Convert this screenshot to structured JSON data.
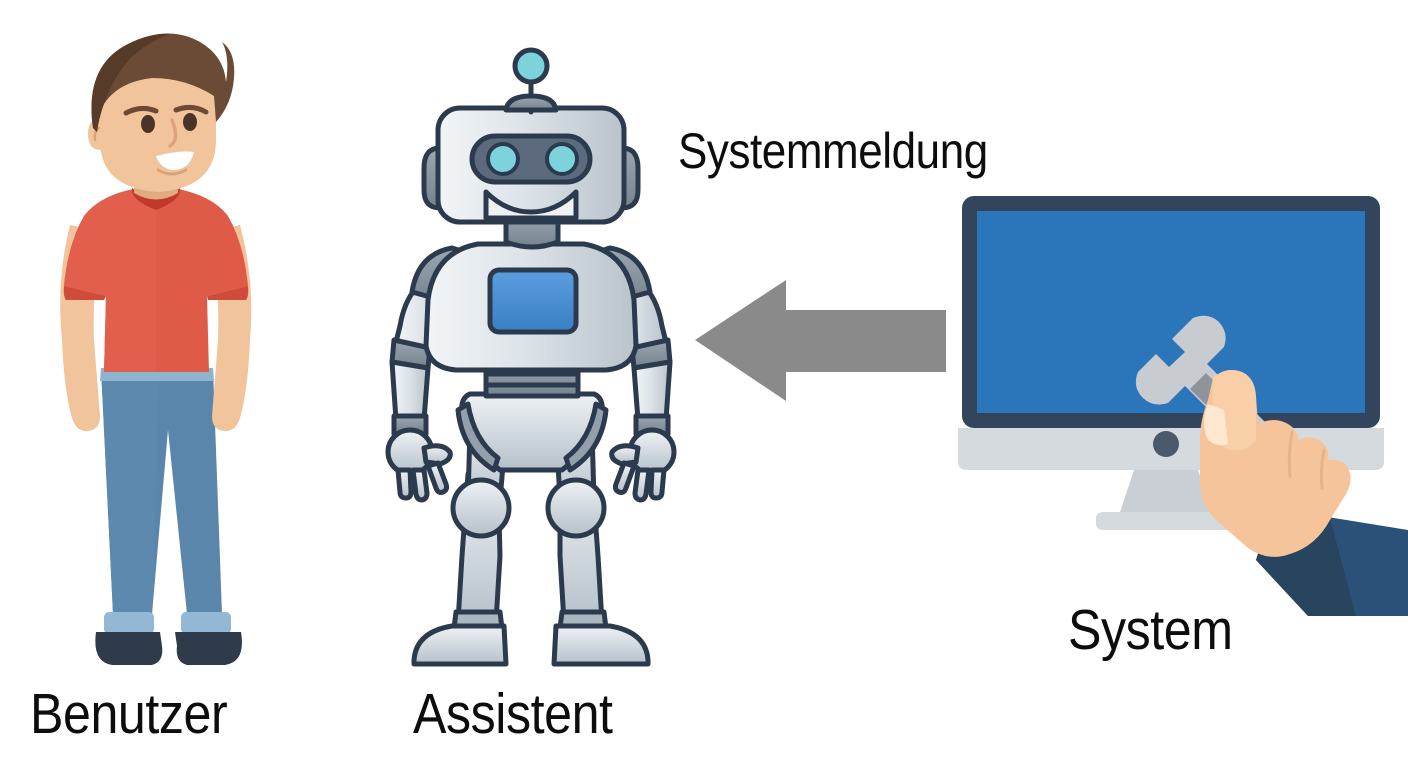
{
  "diagram": {
    "title": "Systemmeldung flow diagram",
    "background_color": "#ffffff",
    "labels": {
      "user": "Benutzer",
      "assistant": "Assistent",
      "system": "System",
      "message": "Systemmeldung"
    },
    "flow": {
      "direction": "right-to-left",
      "from": "System",
      "to": "Assistent",
      "arrow_label": "Systemmeldung",
      "arrow_color": "#8a8a8a"
    },
    "actors": [
      {
        "id": "user",
        "label": "Benutzer",
        "icon": "person-icon",
        "colors": {
          "hair": "#6b4b35",
          "hair_shadow": "#573b29",
          "skin": "#f2c49b",
          "skin_shadow": "#e0ab80",
          "shirt": "#e05a48",
          "shirt_collar": "#c1392b",
          "pants": "#5a86ab",
          "pants_cuff": "#90b5d2",
          "shoes": "#2f3b4a"
        }
      },
      {
        "id": "assistant",
        "label": "Assistent",
        "icon": "robot-icon",
        "colors": {
          "body_light": "#e8edf1",
          "body_mid": "#c3ccd4",
          "body_dark": "#8e9aa6",
          "outline": "#2c3a4d",
          "visor": "#5b6b7d",
          "eye": "#7dd3dc",
          "chest_panel": "#4a90d9",
          "antenna_bulb": "#7dd3dc"
        }
      },
      {
        "id": "system",
        "label": "System",
        "icon": "monitor-with-wrench-icon",
        "colors": {
          "bezel": "#33455c",
          "screen": "#2b76ba",
          "chin": "#d5dade",
          "stand": "#c9cfd4",
          "power_dot": "#4b5a6b",
          "wrench_light": "#c8ccd0",
          "wrench_dark": "#8e949a",
          "skin": "#f6c49a",
          "sleeve": "#2c5178",
          "cuff": "#b9e0ea"
        }
      }
    ],
    "icon_names": [
      "person-icon",
      "robot-icon",
      "monitor-with-wrench-icon",
      "left-arrow-icon",
      "wrench-icon",
      "hand-icon"
    ]
  }
}
